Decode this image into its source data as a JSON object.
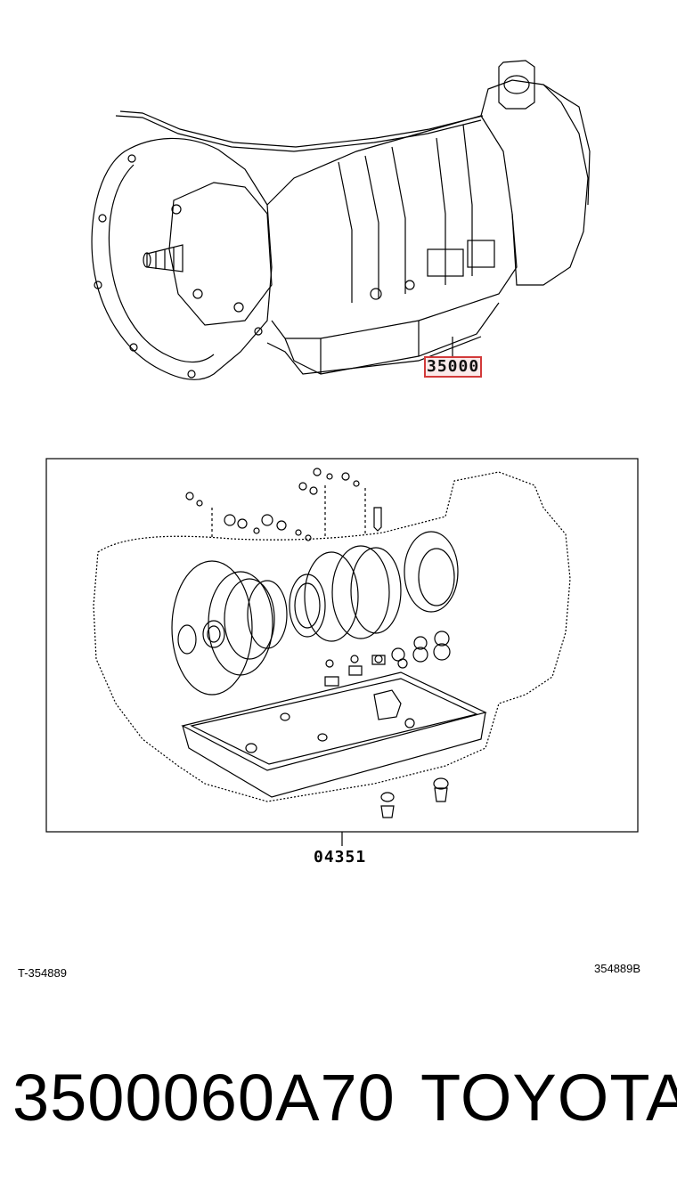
{
  "callouts": {
    "assembly": "35000",
    "gasket_kit": "04351"
  },
  "figure_codes": {
    "left": "T-354889",
    "right": "354889B"
  },
  "caption": {
    "part_number": "3500060A70",
    "brand": "TOYOTA"
  },
  "colors": {
    "highlight_border": "#d23a3a",
    "highlight_fill": "#fbeaea",
    "line": "#000000"
  }
}
